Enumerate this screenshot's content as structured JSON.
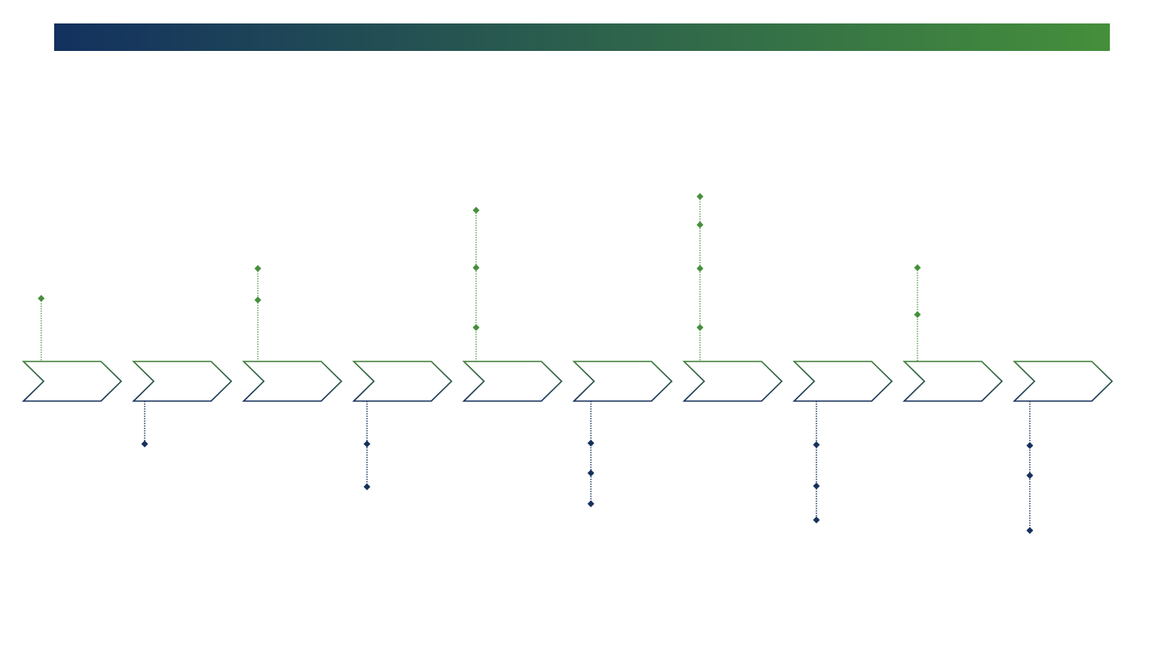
{
  "colors": {
    "header_gradient_start": "#13315f",
    "header_gradient_end": "#458f3b",
    "chevron_top_edge": "#3e7d36",
    "chevron_bottom_edge": "#16305c",
    "marker_up": "#458f3b",
    "marker_down": "#16305c"
  },
  "timeline": {
    "stage_count": 10,
    "stages": [
      {
        "up_markers": 1,
        "down_markers": 0
      },
      {
        "up_markers": 0,
        "down_markers": 1
      },
      {
        "up_markers": 2,
        "down_markers": 0
      },
      {
        "up_markers": 0,
        "down_markers": 2
      },
      {
        "up_markers": 3,
        "down_markers": 0
      },
      {
        "up_markers": 0,
        "down_markers": 3
      },
      {
        "up_markers": 4,
        "down_markers": 0
      },
      {
        "up_markers": 0,
        "down_markers": 3
      },
      {
        "up_markers": 2,
        "down_markers": 0
      },
      {
        "up_markers": 0,
        "down_markers": 3
      }
    ]
  }
}
